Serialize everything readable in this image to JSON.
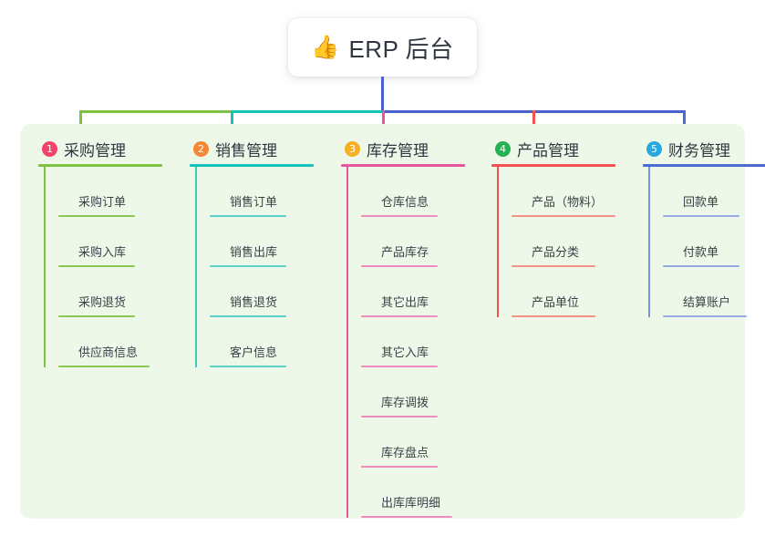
{
  "root": {
    "icon": "thumbs-up-icon",
    "emoji": "👍",
    "title": "ERP 后台"
  },
  "palette": {
    "panel_bg": "#eef8e9",
    "page_bg": "#ffffff",
    "text": "#2f3640",
    "connector_green": "#7dc242",
    "connector_teal": "#14c4b9",
    "connector_blue": "#4a5fd0"
  },
  "columns": [
    {
      "index": "1",
      "title": "采购管理",
      "badge_color": "#f4436b",
      "line_color": "#7dc242",
      "drop_color": "#7dc242",
      "items": [
        "采购订单",
        "采购入库",
        "采购退货",
        "供应商信息"
      ]
    },
    {
      "index": "2",
      "title": "销售管理",
      "badge_color": "#f58634",
      "line_color": "#14c4b9",
      "drop_color": "#14c4b9",
      "items": [
        "销售订单",
        "销售出库",
        "销售退货",
        "客户信息"
      ]
    },
    {
      "index": "3",
      "title": "库存管理",
      "badge_color": "#f5b123",
      "line_color": "#e8569f",
      "drop_color": "#e8569f",
      "items": [
        "仓库信息",
        "产品库存",
        "其它出库",
        "其它入库",
        "库存调拨",
        "库存盘点",
        "出库库明细"
      ]
    },
    {
      "index": "4",
      "title": "产品管理",
      "badge_color": "#25b252",
      "line_color": "#f2514d",
      "drop_color": "#f2514d",
      "items": [
        "产品（物料）",
        "产品分类",
        "产品单位"
      ]
    },
    {
      "index": "5",
      "title": "财务管理",
      "badge_color": "#29a8e0",
      "line_color": "#4a6cd0",
      "drop_color": "#4a6cd0",
      "items": [
        "回款单",
        "付款单",
        "结算账户"
      ]
    }
  ]
}
